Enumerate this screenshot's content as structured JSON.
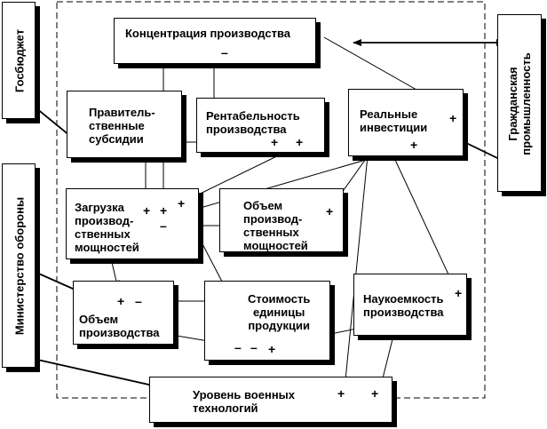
{
  "external": {
    "gosbudget": "Госбюджет",
    "civil_industry": "Гражданская\nпромышленность",
    "ministry_defense": "Министерство обороны"
  },
  "nodes": {
    "concentration": "Концентрация производства",
    "subsidies": "Правитель-\nственные\nсубсидии",
    "profitability": "Рентабельность\nпроизводства",
    "investments": "Реальные\nинвестиции",
    "capacity_load": "Загрузка\nпроизвод-\nственных\nмощностей",
    "capacity_volume": "Объем\nпроизвод-\nственных\nмощностей",
    "production_volume": "Объем\nпроизводства",
    "unit_cost": "Стоимость\nединицы\nпродукции",
    "science_intensity": "Наукоемкость\nпроизводства",
    "military_tech": "Уровень военных\nтехнологий"
  },
  "signs": {
    "concentration_minus": "–",
    "profit_plus_1": "+",
    "profit_plus_2": "+",
    "invest_plus_1": "+",
    "invest_plus_2": "+",
    "load_plus_1": "+",
    "load_plus_2": "+",
    "load_plus_3": "+",
    "load_minus": "–",
    "cap_plus": "+",
    "prod_plus": "+",
    "prod_minus": "–",
    "cost_minus_1": "–",
    "cost_minus_2": "–",
    "cost_plus": "+",
    "sci_plus": "+",
    "tech_plus_1": "+",
    "tech_plus_2": "+"
  }
}
